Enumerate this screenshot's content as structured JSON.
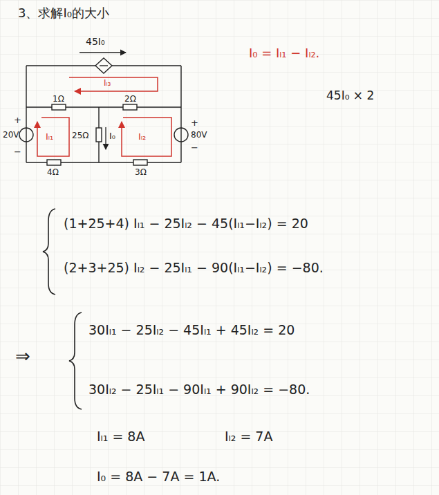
{
  "diagram": {
    "title": "3、求解I₀的大小",
    "labels": [
      "45I₀",
      "Iₗ₃",
      "1Ω",
      "2Ω",
      "Iₗ₁",
      "25Ω",
      "I₀",
      "Iₗ₂",
      "4Ω",
      "3Ω",
      "+",
      "20V",
      "−",
      "+",
      "80V",
      "−",
      "I₀ = Iₗ₁ − Iₗ₂.",
      "45I₀ × 2",
      "(1+25+4) Iₗ₁ − 25Iₗ₂ − 45(Iₗ₁−Iₗ₂) = 20",
      "(2+3+25) Iₗ₂ − 25Iₗ₁ − 90(Iₗ₁−Iₗ₂) = −80.",
      "⇒",
      "30Iₗ₁ − 25Iₗ₂ − 45Iₗ₁ + 45Iₗ₂ = 20",
      "30Iₗ₂ − 25Iₗ₁ − 90Iₗ₁ + 90Iₗ₂ = −80.",
      "Iₗ₁ = 8A",
      "Iₗ₂ = 7A",
      "I₀ = 8A − 7A = 1A."
    ]
  }
}
